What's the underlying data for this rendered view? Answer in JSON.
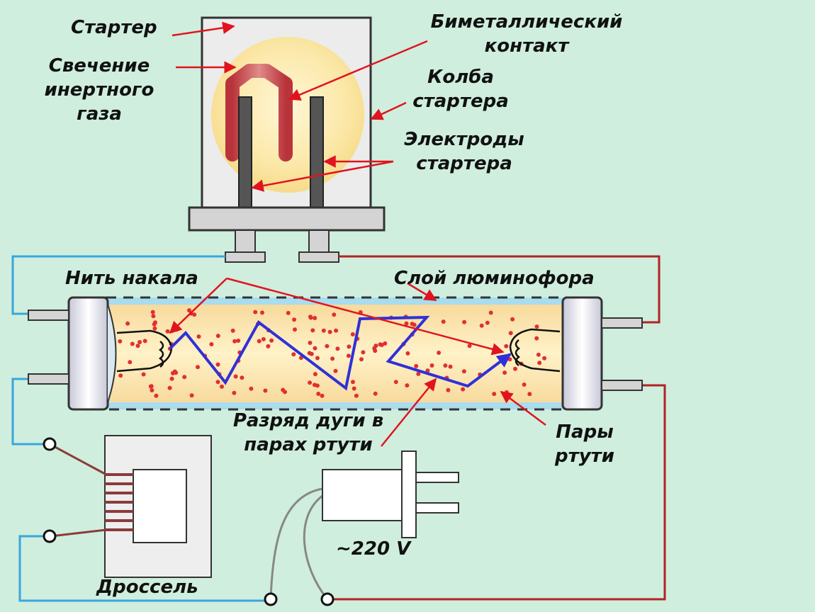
{
  "labels": {
    "starter": "Стартер",
    "glow": "Свечение\nинертного\nгаза",
    "bimetal": "Биметаллический\nконтакт",
    "bulb": "Колба\nстартера",
    "electrodes": "Электроды\nстартера",
    "filament": "Нить накала",
    "phosphor": "Слой люминофора",
    "arc": "Разряд дуги в\nпарах ртути",
    "vapor": "Пары\nртути",
    "voltage": "~220 V",
    "choke": "Дроссель"
  },
  "colors": {
    "background": "#cfeede",
    "red_wire": "#b02424",
    "blue_wire": "#3aa6dc",
    "arrow": "#e0141e",
    "discharge": "#3030d8",
    "mercury_dots": "#e03030",
    "tube_glow": "#fbe3a8",
    "starter_glow": "#fbeab0",
    "gray_part": "#d4d4d4"
  }
}
